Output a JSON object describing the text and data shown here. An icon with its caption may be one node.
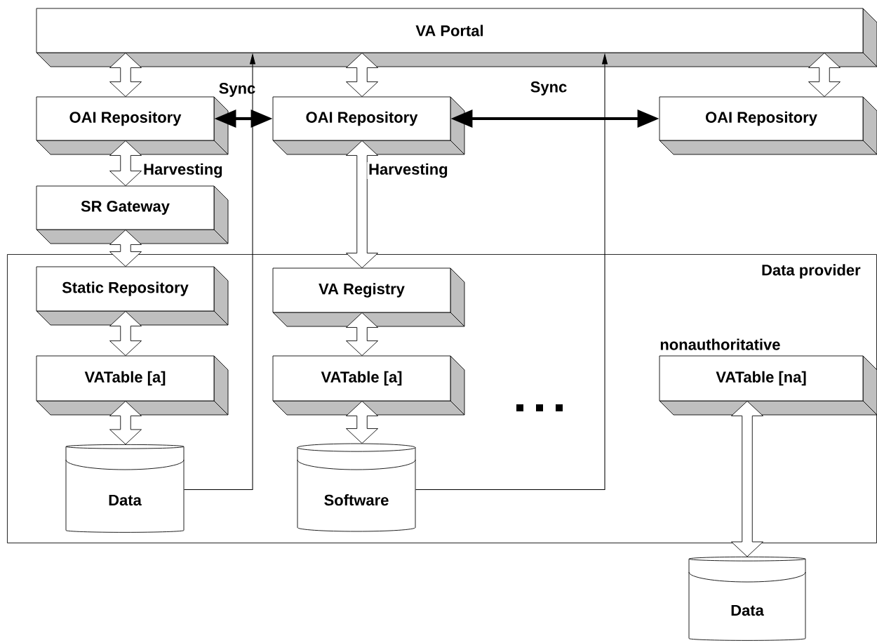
{
  "diagram": {
    "nodes": [
      {
        "text": [
          "VA Portal"
        ]
      },
      {
        "text": [
          "OAI Repository"
        ]
      },
      {
        "text": [
          "OAI Repository"
        ]
      },
      {
        "text": [
          "OAI Repository"
        ]
      },
      {
        "text": [
          "SR Gateway"
        ]
      },
      {
        "text": [
          "Data provider"
        ]
      },
      {
        "text": [
          "Static Repository"
        ],
        "in": 5
      },
      {
        "text": [
          "VA Registry"
        ],
        "in": 5
      },
      {
        "text": [
          "VATable [a]"
        ],
        "in": 5
      },
      {
        "text": [
          "VATable [a]"
        ],
        "in": 5
      },
      {
        "text": [
          "VATable [na]"
        ],
        "in": 5,
        "beside": [
          "nonauthoritative"
        ]
      },
      {
        "text": [
          "Data"
        ],
        "in": 5
      },
      {
        "text": [
          "Software"
        ],
        "in": 5
      },
      {
        "text": [
          "Data"
        ]
      }
    ],
    "edges": [
      {
        "from": 0,
        "to": 1,
        "arrow": "both"
      },
      {
        "from": 0,
        "to": 2,
        "arrow": "both"
      },
      {
        "from": 0,
        "to": 3,
        "arrow": "both"
      },
      {
        "from": 1,
        "to": 2,
        "arrow": "both",
        "label": "Sync",
        "style": "thick",
        "color": "#000000"
      },
      {
        "from": 2,
        "to": 3,
        "arrow": "both",
        "label": "Sync",
        "style": "thick",
        "color": "#000000"
      },
      {
        "from": 1,
        "to": 4,
        "arrow": "both",
        "label": "Harvesting"
      },
      {
        "from": 2,
        "to": 7,
        "arrow": "both",
        "label": "Harvesting"
      },
      {
        "from": 4,
        "to": 6,
        "arrow": "both"
      },
      {
        "from": 6,
        "to": 8,
        "arrow": "both"
      },
      {
        "from": 8,
        "to": 11,
        "arrow": "both"
      },
      {
        "from": 7,
        "to": 9,
        "arrow": "both"
      },
      {
        "from": 9,
        "to": 12,
        "arrow": "both"
      },
      {
        "from": 10,
        "to": 13,
        "arrow": "both"
      },
      {
        "from": 11,
        "to": 0,
        "arrow": "to",
        "color": "#000000"
      },
      {
        "from": 12,
        "to": 0,
        "arrow": "to",
        "color": "#000000"
      }
    ]
  }
}
